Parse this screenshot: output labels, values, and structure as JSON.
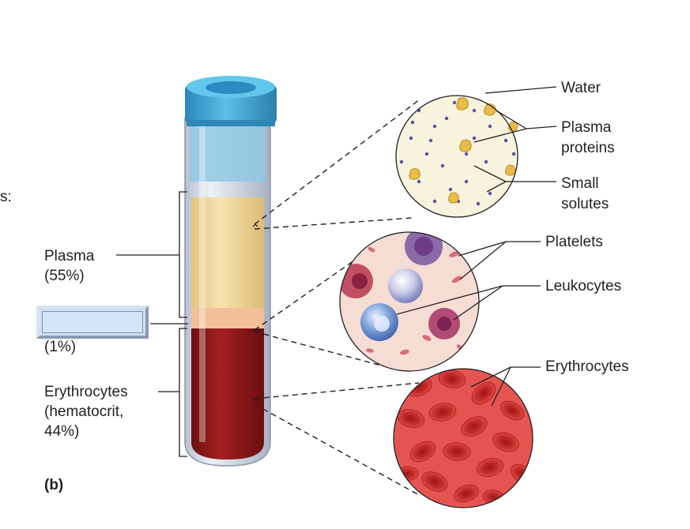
{
  "labels": {
    "left_colon": "s:",
    "plasma": "Plasma",
    "plasma_pct": "(55%)",
    "buffy_pct": "(1%)",
    "erythrocytes": "Erythrocytes",
    "hematocrit": "(hematocrit,",
    "hematocrit_pct": "44%)",
    "panel": "(b)",
    "water": "Water",
    "plasma_proteins_1": "Plasma",
    "plasma_proteins_2": "proteins",
    "small_solutes_1": "Small",
    "small_solutes_2": "solutes",
    "platelets": "Platelets",
    "leukocytes": "Leukocytes",
    "erythrocytes_right": "Erythrocytes"
  },
  "answer_box": {
    "value": ""
  },
  "colors": {
    "cap": "#3a9ccc",
    "plasma": "#f1d89a",
    "buffy_coat": "#f4c5a0",
    "blood": "#8e1a1a",
    "plasma_circle": "#f8f2dc",
    "cells_circle": "#f6dfd6",
    "rbc_circle": "#e04a48"
  }
}
